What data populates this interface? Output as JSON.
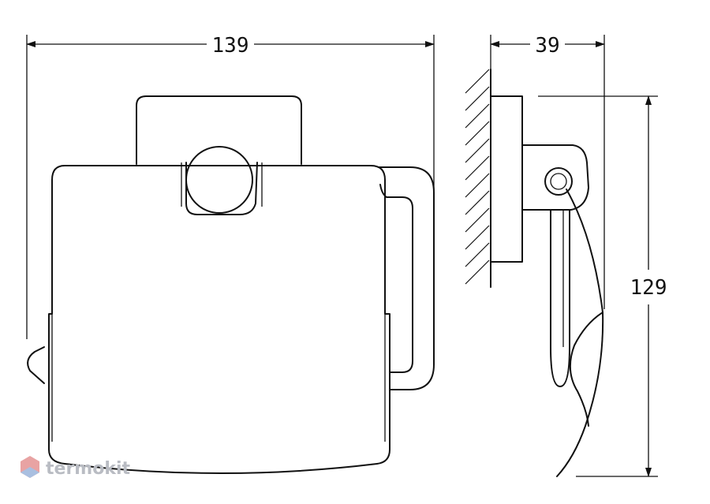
{
  "dimensions": {
    "width": "139",
    "depth": "39",
    "height": "129"
  },
  "watermark": {
    "text": "termokit"
  },
  "colors": {
    "line": "#111111",
    "background": "#ffffff",
    "watermark_gray": "#b9bcc3",
    "watermark_red": "#e8a3a3",
    "watermark_blue": "#a9bfe0"
  }
}
